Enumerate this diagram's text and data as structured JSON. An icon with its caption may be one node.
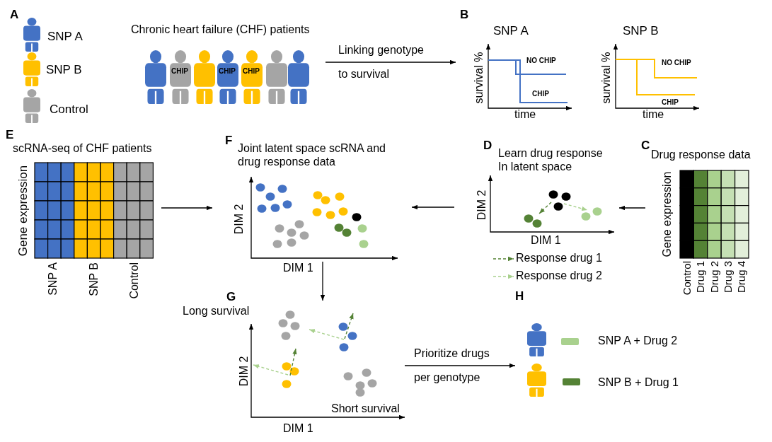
{
  "diagram": {
    "nodes": [
      {
        "text": [
          "A",
          "Chronic heart failure (CHF) patients"
        ]
      },
      {
        "text": [
          "B"
        ]
      },
      {
        "text": [
          "E",
          "scRNA-seq of CHF patients"
        ]
      },
      {
        "text": [
          "F",
          "Joint latent space scRNA and drug response data"
        ]
      },
      {
        "text": [
          "D",
          "Learn drug response In latent space"
        ]
      },
      {
        "text": [
          "C",
          "Drug response data"
        ]
      },
      {
        "text": [
          "G"
        ]
      },
      {
        "text": [
          "H"
        ]
      }
    ],
    "edges": [
      {
        "from": 0,
        "to": 1,
        "arrow": "to",
        "label": "Linking genotype to survival"
      },
      {
        "from": 2,
        "to": 3,
        "arrow": "to"
      },
      {
        "from": 5,
        "to": 4,
        "arrow": "to"
      },
      {
        "from": 4,
        "to": 3,
        "arrow": "to"
      },
      {
        "from": 3,
        "to": 6,
        "arrow": "to"
      },
      {
        "from": 6,
        "to": 7,
        "arrow": "to",
        "label": "Prioritize drugs per genotype"
      }
    ],
    "labels": [
      "CHIP",
      "CHIP",
      "CHIP",
      "SNP A",
      "survival %",
      "NO CHIP",
      "CHIP",
      "time",
      "SNP B",
      "survival %",
      "NO CHIP",
      "CHIP",
      "time",
      "Gene expression",
      "SNP A",
      "SNP B",
      "Control",
      "DIM 2",
      "DIM 1",
      "DIM 2",
      "DIM 1",
      "Gene expression",
      "Control",
      "Drug 1",
      "Drug 2",
      "Drug 3",
      "Drug 4",
      "Long survival",
      "DIM 2",
      "Short survival",
      "DIM 1"
    ],
    "legend": [
      {
        "text": "SNP A"
      },
      {
        "text": "SNP B"
      },
      {
        "text": "Control"
      },
      {
        "text": "Response drug 1"
      },
      {
        "text": "Response drug 2"
      },
      {
        "text": "SNP A + Drug 2",
        "color": "#a9d18e"
      },
      {
        "text": "SNP B + Drug 1",
        "color": "#548235"
      }
    ]
  }
}
